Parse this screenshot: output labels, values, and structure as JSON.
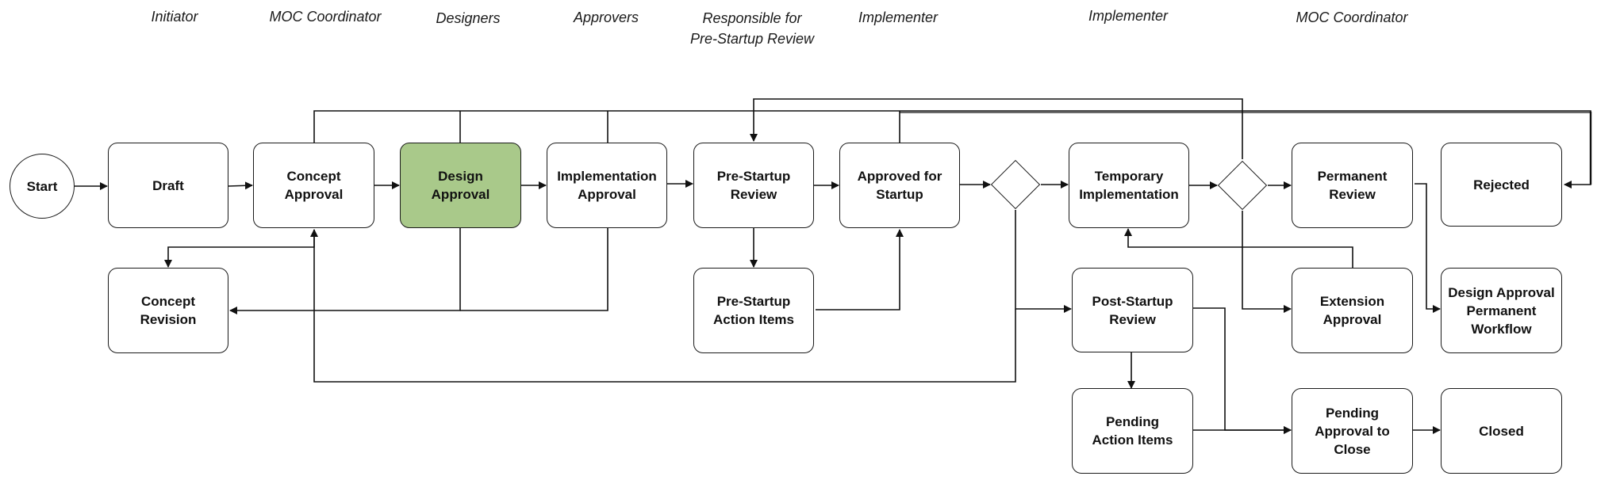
{
  "roles": [
    {
      "id": "initiator",
      "text": "Initiator"
    },
    {
      "id": "moc-coordinator-1",
      "text": "MOC Coordinator"
    },
    {
      "id": "designers",
      "text": "Designers"
    },
    {
      "id": "approvers",
      "text": "Approvers"
    },
    {
      "id": "responsible-pre-startup",
      "text": "Responsible for\nPre-Startup Review"
    },
    {
      "id": "implementer-1",
      "text": "Implementer"
    },
    {
      "id": "implementer-2",
      "text": "Implementer"
    },
    {
      "id": "moc-coordinator-2",
      "text": "MOC Coordinator"
    }
  ],
  "nodes": {
    "start": "Start",
    "draft": "Draft",
    "concept_approval": "Concept\nApproval",
    "design_approval": "Design\nApproval",
    "implementation_approval": "Implementation\nApproval",
    "pre_startup_review": "Pre-Startup\nReview",
    "approved_for_startup": "Approved for\nStartup",
    "temporary_implementation": "Temporary\nImplementation",
    "permanent_review": "Permanent\nReview",
    "rejected": "Rejected",
    "concept_revision": "Concept\nRevision",
    "pre_startup_action_items": "Pre-Startup\nAction Items",
    "post_startup_review": "Post-Startup\nReview",
    "extension_approval": "Extension\nApproval",
    "design_approval_permanent_workflow": "Design Approval\nPermanent\nWorkflow",
    "pending_action_items": "Pending\nAction Items",
    "pending_approval_to_close": "Pending\nApproval to\nClose",
    "closed": "Closed"
  },
  "colors": {
    "highlight": "#a9c98a",
    "stroke": "#1a1a1a"
  }
}
